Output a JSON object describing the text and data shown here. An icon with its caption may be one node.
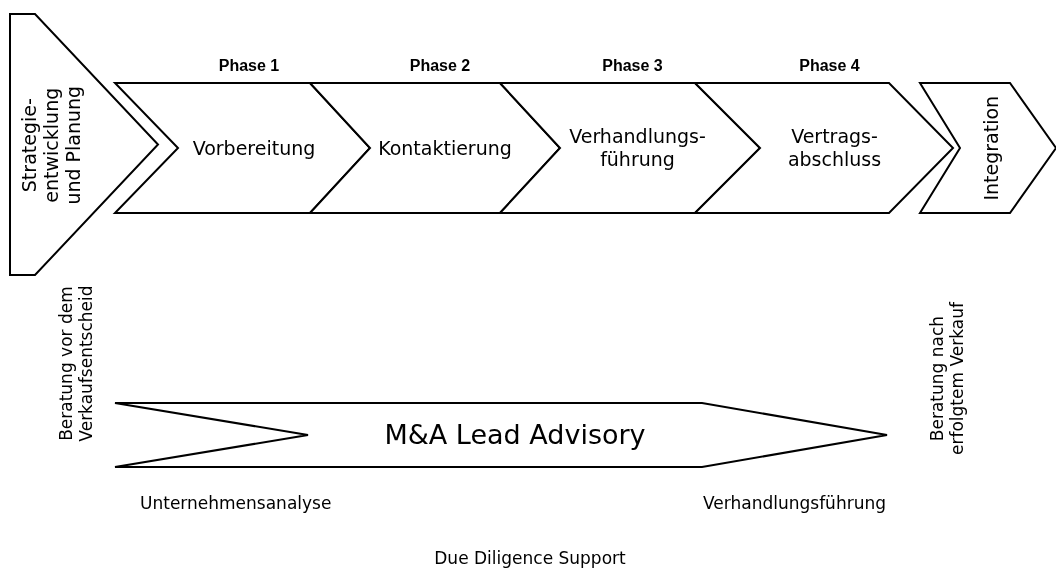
{
  "diagram": {
    "nodes": [
      {
        "text": [
          "Strategie- entwicklung und Planung"
        ]
      },
      {
        "text": [
          "Vorbereitung"
        ],
        "beside": [
          "Phase 1"
        ]
      },
      {
        "text": [
          "Kontaktierung"
        ],
        "beside": [
          "Phase 2"
        ]
      },
      {
        "text": [
          "Verhandlungs- führung"
        ],
        "beside": [
          "Phase 3"
        ]
      },
      {
        "text": [
          "Vertrags- abschluss"
        ],
        "beside": [
          "Phase 4"
        ]
      },
      {
        "text": [
          "Integration"
        ]
      },
      {
        "text": [
          "M&A Lead Advisory"
        ]
      }
    ],
    "labels": [
      "Beratung vor dem Verkaufsentscheid",
      "Beratung nach erfolgtem Verkauf",
      "Unternehmensanalyse",
      "Verhandlungsführung",
      "Due Diligence Support"
    ]
  }
}
